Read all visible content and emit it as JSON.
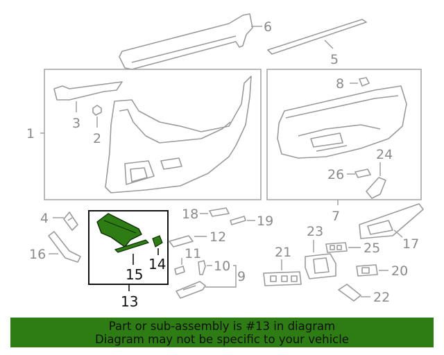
{
  "callouts": {
    "c1": "1",
    "c2": "2",
    "c3": "3",
    "c4": "4",
    "c5": "5",
    "c6": "6",
    "c7": "7",
    "c8": "8",
    "c9": "9",
    "c10": "10",
    "c11": "11",
    "c12": "12",
    "c13": "13",
    "c14": "14",
    "c15": "15",
    "c16": "16",
    "c17": "17",
    "c18": "18",
    "c19": "19",
    "c20": "20",
    "c21": "21",
    "c22": "22",
    "c23": "23",
    "c24": "24",
    "c25": "25",
    "c26": "26"
  },
  "highlight": {
    "part_number": "13",
    "color": "#2e7d14"
  },
  "banner": {
    "line1": "Part or sub-assembly is #13 in diagram",
    "line2": "Diagram may not be specific to your vehicle",
    "background": "#2e7d14"
  }
}
